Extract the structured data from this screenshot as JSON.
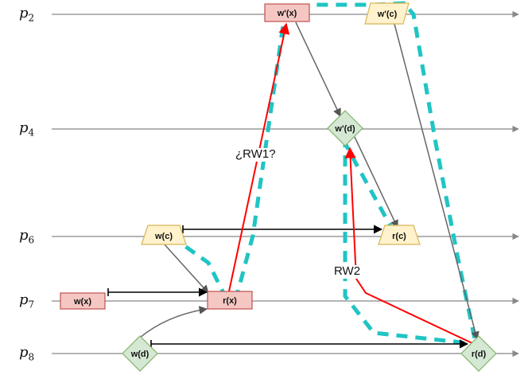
{
  "processes": [
    {
      "id": "p2",
      "base": "p",
      "sub": "2"
    },
    {
      "id": "p4",
      "base": "p",
      "sub": "4"
    },
    {
      "id": "p6",
      "base": "p",
      "sub": "6"
    },
    {
      "id": "p7",
      "base": "p",
      "sub": "7"
    },
    {
      "id": "p8",
      "base": "p",
      "sub": "8"
    }
  ],
  "events": {
    "p2_wx": "w'(x)",
    "p2_wc": "w'(c)",
    "p4_wd": "w'(d)",
    "p6_wc": "w(c)",
    "p6_rc": "r(c)",
    "p7_wx": "w(x)",
    "p7_rx": "r(x)",
    "p8_wd": "w(d)",
    "p8_rd": "r(d)"
  },
  "annotations": {
    "rw1": "¿RW1?",
    "rw2": "RW2"
  },
  "colors": {
    "timeline": "#888888",
    "red_fill": "#f4c7c3",
    "red_stroke": "#c0504d",
    "yellow_fill": "#fff2cc",
    "yellow_stroke": "#d6b656",
    "green_fill": "#d5e8d4",
    "green_stroke": "#82b366",
    "dashed": "#20c4c4",
    "rw_arrow": "#ff0000",
    "msg_arrow": "#000000",
    "causal_arrow": "#666666"
  }
}
